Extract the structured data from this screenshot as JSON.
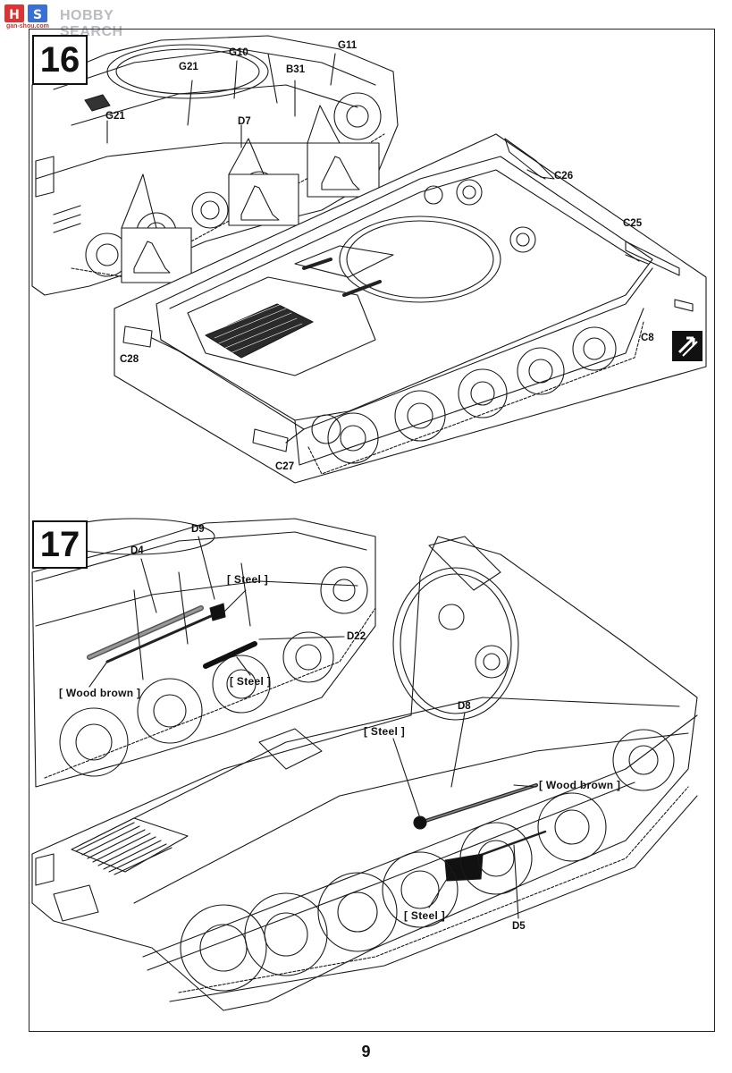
{
  "watermark": {
    "text": "HOBBY SEARCH",
    "subtext": "gan-shou.com"
  },
  "page_number": "9",
  "steps": [
    {
      "number": "16",
      "callouts": {
        "g10": "G10",
        "g11": "G11",
        "g21a": "G21",
        "b31": "B31",
        "g21b": "G21",
        "d7": "D7",
        "c26": "C26",
        "c25": "C25",
        "c8": "C8",
        "c28": "C28",
        "c27": "C27"
      }
    },
    {
      "number": "17",
      "callouts": {
        "d9": "D9",
        "d4": "D4",
        "d22": "D22",
        "d8": "D8",
        "d5": "D5"
      },
      "paint_labels": {
        "steel1": "[ Steel ]",
        "steel2": "[ Steel ]",
        "wood1": "[ Wood brown ]",
        "steel3": "[ Steel ]",
        "wood2": "[ Wood brown ]",
        "steel4": "[ Steel ]"
      }
    }
  ],
  "colors": {
    "line": "#1a1a1a",
    "watermark": "#b9bcc2",
    "part_dark": "#2a2a2a"
  }
}
